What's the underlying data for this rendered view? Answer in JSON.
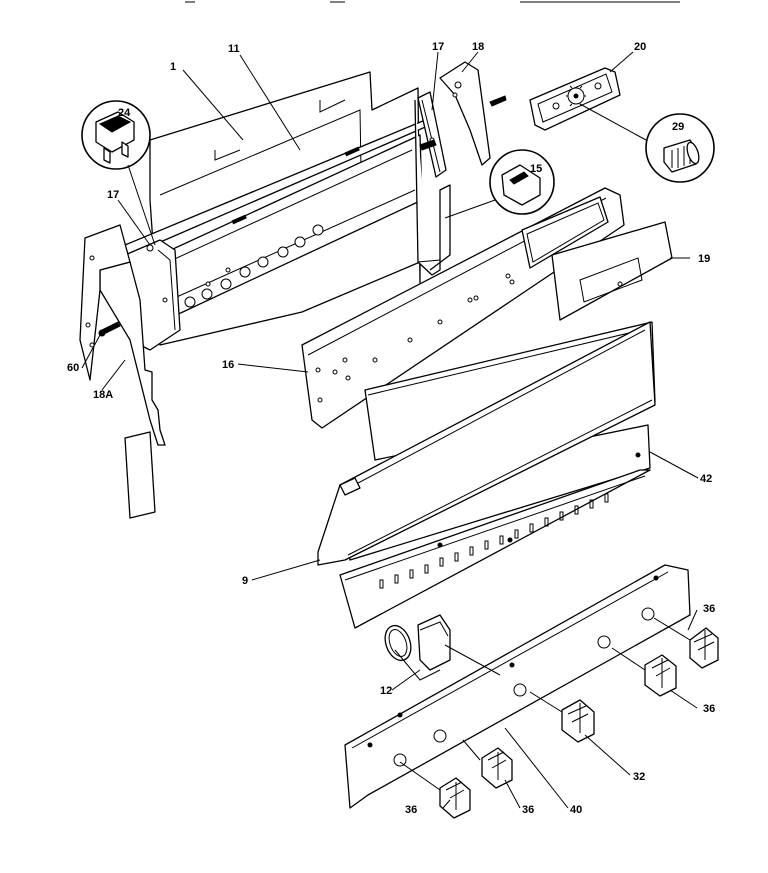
{
  "callouts": {
    "c1": "1",
    "c11": "11",
    "c17a": "17",
    "c17b": "17",
    "c18": "18",
    "c18a": "18A",
    "c20": "20",
    "c24": "24",
    "c29": "29",
    "c15": "15",
    "c19": "19",
    "c16": "16",
    "c60": "60",
    "c42": "42",
    "c9": "9",
    "c12": "12",
    "c36a": "36",
    "c36b": "36",
    "c36c": "36",
    "c36d": "36",
    "c32": "32",
    "c40": "40"
  }
}
